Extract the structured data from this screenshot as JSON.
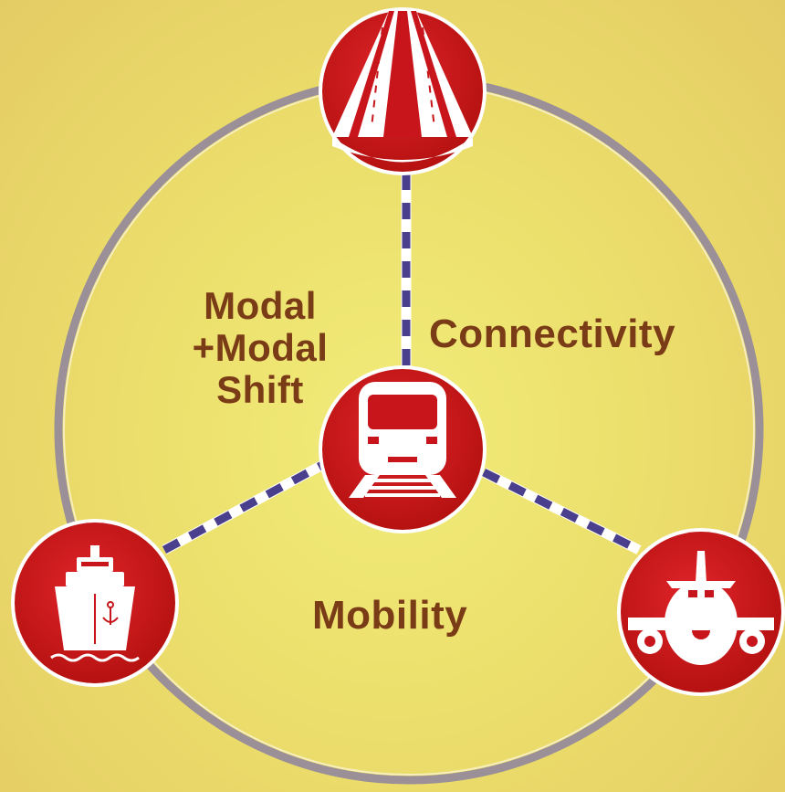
{
  "labels": {
    "modal_line1": "Modal",
    "modal_line2": "+Modal",
    "modal_line3": "Shift",
    "connectivity": "Connectivity",
    "mobility": "Mobility"
  },
  "nodes": [
    {
      "icon": "highway-icon"
    },
    {
      "icon": "train-icon"
    },
    {
      "icon": "ship-icon"
    },
    {
      "icon": "airplane-icon"
    }
  ],
  "colors": {
    "node_fill": "#c8151b",
    "node_rim": "#a30e12",
    "icon_fill": "#ffffff",
    "ring": "#9b8f98",
    "dashed_spoke": "#4a3f8c",
    "text": "#7a3b17",
    "background": "#ecdf6c"
  }
}
